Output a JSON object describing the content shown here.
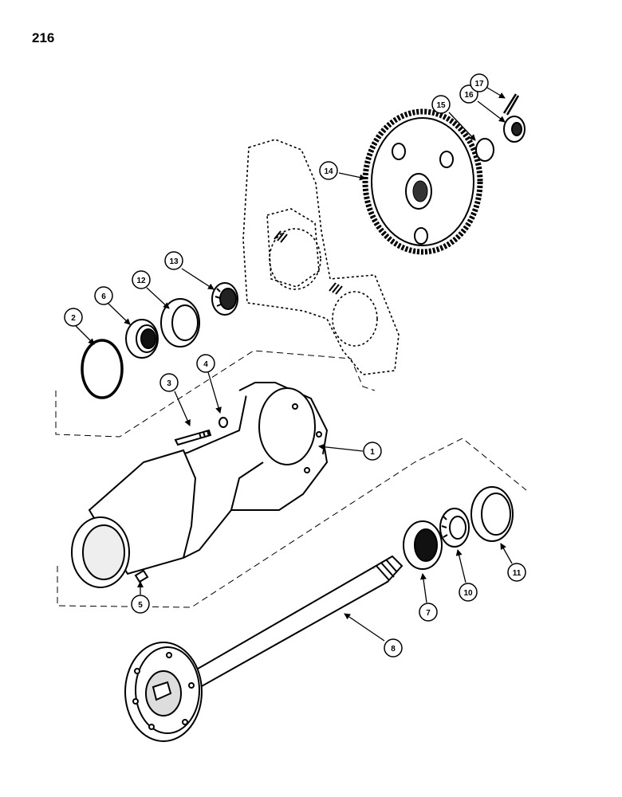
{
  "page_number": "216",
  "callouts": [
    {
      "id": "callout-1",
      "label": "1",
      "part": "axle-housing"
    },
    {
      "id": "callout-2",
      "label": "2",
      "part": "o-ring"
    },
    {
      "id": "callout-3",
      "label": "3",
      "part": "stud"
    },
    {
      "id": "callout-4",
      "label": "4",
      "part": "lock-washer"
    },
    {
      "id": "callout-5",
      "label": "5",
      "part": "plug"
    },
    {
      "id": "callout-6",
      "label": "6",
      "part": "oil-seal"
    },
    {
      "id": "callout-7",
      "label": "7",
      "part": "outer-seal"
    },
    {
      "id": "callout-8",
      "label": "8",
      "part": "axle-shaft"
    },
    {
      "id": "callout-10",
      "label": "10",
      "part": "tapered-roller-bearing"
    },
    {
      "id": "callout-11",
      "label": "11",
      "part": "bearing-cup"
    },
    {
      "id": "callout-12",
      "label": "12",
      "part": "bearing-cup"
    },
    {
      "id": "callout-13",
      "label": "13",
      "part": "tapered-roller-bearing"
    },
    {
      "id": "callout-14",
      "label": "14",
      "part": "bull-gear"
    },
    {
      "id": "callout-15",
      "label": "15",
      "part": "washer"
    },
    {
      "id": "callout-16",
      "label": "16",
      "part": "castle-nut"
    },
    {
      "id": "callout-17",
      "label": "17",
      "part": "cotter-pin"
    }
  ]
}
